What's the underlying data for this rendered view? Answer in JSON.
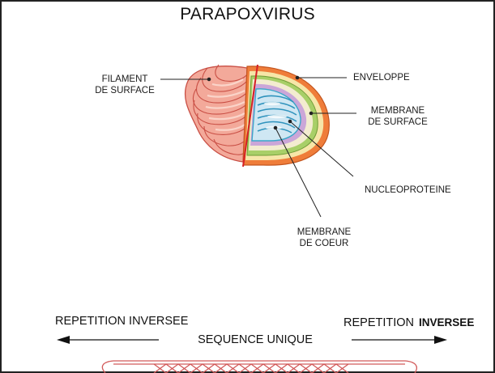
{
  "title": "PARAPOXVIRUS",
  "labels": {
    "filament_line1": "FILAMENT",
    "filament_line2": "DE SURFACE",
    "enveloppe": "ENVELOPPE",
    "membrane_surface_line1": "MEMBRANE",
    "membrane_surface_line2": "DE SURFACE",
    "nucleoproteine": "NUCLEOPROTEINE",
    "membrane_coeur_line1": "MEMBRANE",
    "membrane_coeur_line2": "DE COEUR"
  },
  "genome": {
    "left_label": "REPETITION INVERSEE",
    "right_label_part1": "REPETITION",
    "right_label_part2": "INVERSEE",
    "center_label": "SEQUENCE UNIQUE"
  },
  "colors": {
    "filament": "#f3a99a",
    "filament_stroke": "#c94f45",
    "envelope": "#ef7d3a",
    "surface_membrane": "#a8cf68",
    "core_fill": "#cfe7f3",
    "core_stroke": "#3aa6c9",
    "dna_strand": "#d25a5a",
    "cut_line": "#d61f26"
  }
}
